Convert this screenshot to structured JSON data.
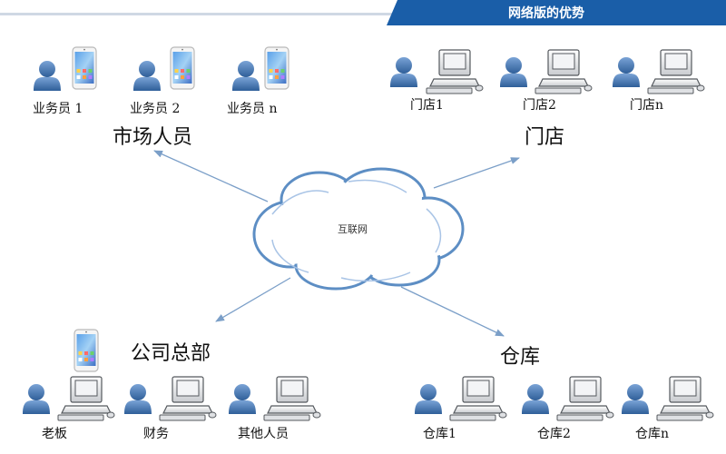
{
  "banner": {
    "title": "网络版的优势",
    "color": "#1a5ea8",
    "stripe_color": "#cfd8e4"
  },
  "cloud": {
    "label": "互联网",
    "color": "#5d8ec4"
  },
  "groups": {
    "market": {
      "label": "市场人员",
      "members": [
        "业务员 1",
        "业务员 2",
        "业务员 n"
      ]
    },
    "stores": {
      "label": "门店",
      "members": [
        "门店1",
        "门店2",
        "门店n"
      ]
    },
    "hq": {
      "label": "公司总部",
      "members": [
        "老板",
        "财务",
        "其他人员"
      ]
    },
    "warehouse": {
      "label": "仓库",
      "members": [
        "仓库1",
        "仓库2",
        "仓库n"
      ]
    }
  },
  "icons": {
    "person": "person-icon",
    "phone": "smartphone-icon",
    "computer": "desktop-computer-icon"
  },
  "colors": {
    "person": "#4a78b0",
    "arrow": "#7b9fc8"
  }
}
